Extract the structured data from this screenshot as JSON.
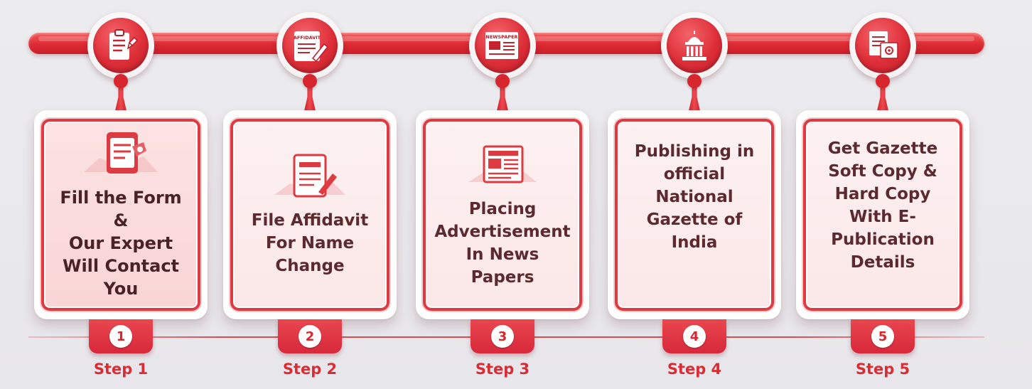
{
  "colors": {
    "accent": "#de2e38",
    "accent_dark": "#b51d28",
    "card_text": "#5c2a2e",
    "background": "#ececef"
  },
  "steps": [
    {
      "number": "1",
      "label": "Step 1",
      "text": "Fill the Form\n&\nOur Expert\nWill Contact\nYou",
      "top_icon": "clipboard-pen-icon",
      "card_icon": "form-document-icon"
    },
    {
      "number": "2",
      "label": "Step 2",
      "text": "File Affidavit\nFor Name\nChange",
      "top_icon": "affidavit-pen-icon",
      "top_icon_text": "AFFIDAVIT",
      "card_icon": "affidavit-document-icon"
    },
    {
      "number": "3",
      "label": "Step 3",
      "text": "Placing\nAdvertisement\nIn News\nPapers",
      "top_icon": "newspaper-icon",
      "top_icon_text": "NEWSPAPER",
      "card_icon": "newspaper-icon"
    },
    {
      "number": "4",
      "label": "Step 4",
      "text": "Publishing in\nofficial\nNational\nGazette of\nIndia",
      "top_icon": "government-building-icon"
    },
    {
      "number": "5",
      "label": "Step 5",
      "text": "Get Gazette\nSoft Copy &\nHard Copy\nWith E-\nPublication\nDetails",
      "top_icon": "document-email-icon"
    }
  ]
}
